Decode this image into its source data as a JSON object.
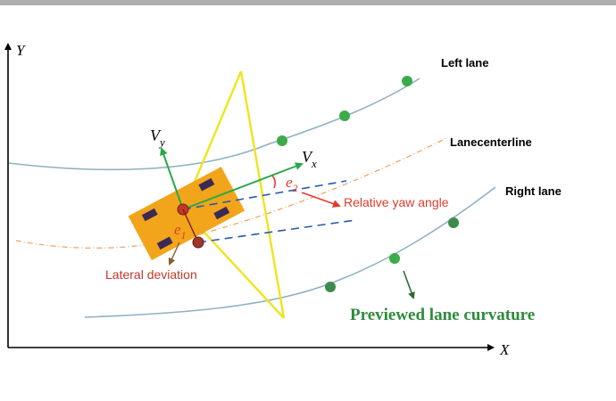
{
  "axes": {
    "y": "Y",
    "x": "X"
  },
  "lanes": {
    "left": "Left lane",
    "center": "Lanecenterline",
    "right": "Right lane"
  },
  "vectors": {
    "vy": "V",
    "vy_sub": "y",
    "vx": "V",
    "vx_sub": "x"
  },
  "errors": {
    "e2": "e",
    "e2_sub": "2",
    "e1": "e",
    "e1_sub": "1"
  },
  "annotations": {
    "relative_yaw": "Relative yaw angle",
    "lateral_deviation": "Lateral deviation",
    "previewed": "Previewed lane curvature"
  },
  "colors": {
    "lane_line": "#8fb1c4",
    "centerline": "#f0a05a",
    "preview_points": "#3cab4a",
    "vehicle_body": "#f2a51a",
    "vector": "#2aa84a",
    "dashed_ray": "#2b58b0",
    "error_label": "#e23b2c",
    "lateral_label": "#c0392b",
    "deviation_arrow": "#8b5a2b",
    "yellow_ray": "#f0e41e",
    "previewed_text": "#2e8b3c"
  }
}
